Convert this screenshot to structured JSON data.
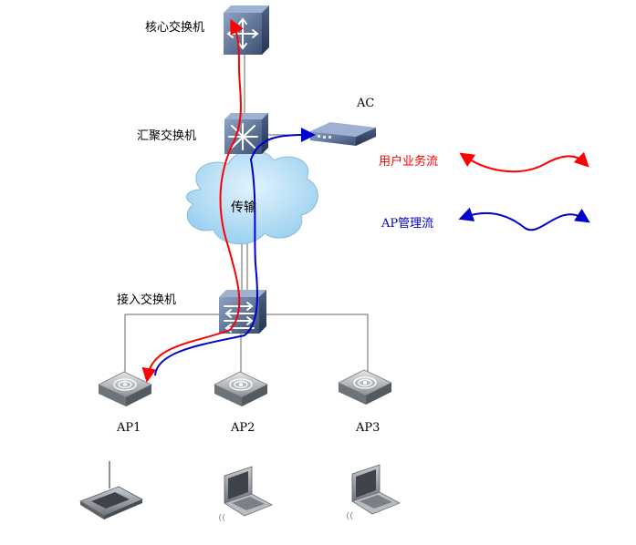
{
  "labels": {
    "core_switch": "核心交换机",
    "agg_switch": "汇聚交换机",
    "ac": "AC",
    "transport": "传输",
    "access_switch": "接入交换机",
    "ap1": "AP1",
    "ap2": "AP2",
    "ap3": "AP3"
  },
  "legend": {
    "user_flow": {
      "label": "用户业务流",
      "color": "#ff0000"
    },
    "mgmt_flow": {
      "label": "AP管理流",
      "color": "#0000cc"
    }
  },
  "colors": {
    "device_dark": "#3a4f73",
    "device_light": "#7d91b3",
    "ap_body": "#8c9398",
    "cloud": "#9fd3ef",
    "link": "#555555"
  },
  "icons": {
    "core_switch": "core-switch-icon",
    "agg_switch": "aggregation-switch-icon",
    "ac": "access-controller-icon",
    "access_switch": "access-switch-icon",
    "ap": "wireless-ap-icon",
    "pda": "pda-icon",
    "laptop": "laptop-icon"
  }
}
